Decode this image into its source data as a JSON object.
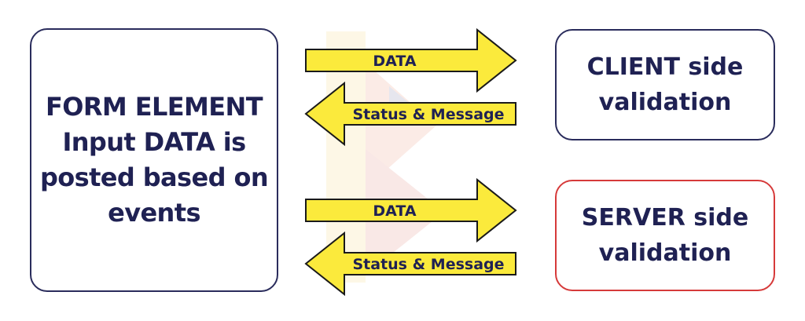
{
  "form_box": {
    "lines": [
      "FORM ELEMENT",
      "Input DATA is",
      "posted based on",
      "events"
    ]
  },
  "client_box": {
    "lines": [
      "CLIENT side",
      "validation"
    ]
  },
  "server_box": {
    "lines": [
      "SERVER side",
      "validation"
    ]
  },
  "arrows": {
    "client_request_label": "DATA",
    "client_response_label": "Status & Message",
    "server_request_label": "DATA",
    "server_response_label": "Status & Message"
  },
  "colors": {
    "arrow_fill": "#fbea3c",
    "box_border": "#2a2c5c",
    "server_border": "#d63a3a",
    "text": "#1f2153"
  },
  "icons": {
    "watermark": "logo-watermark-icon"
  }
}
